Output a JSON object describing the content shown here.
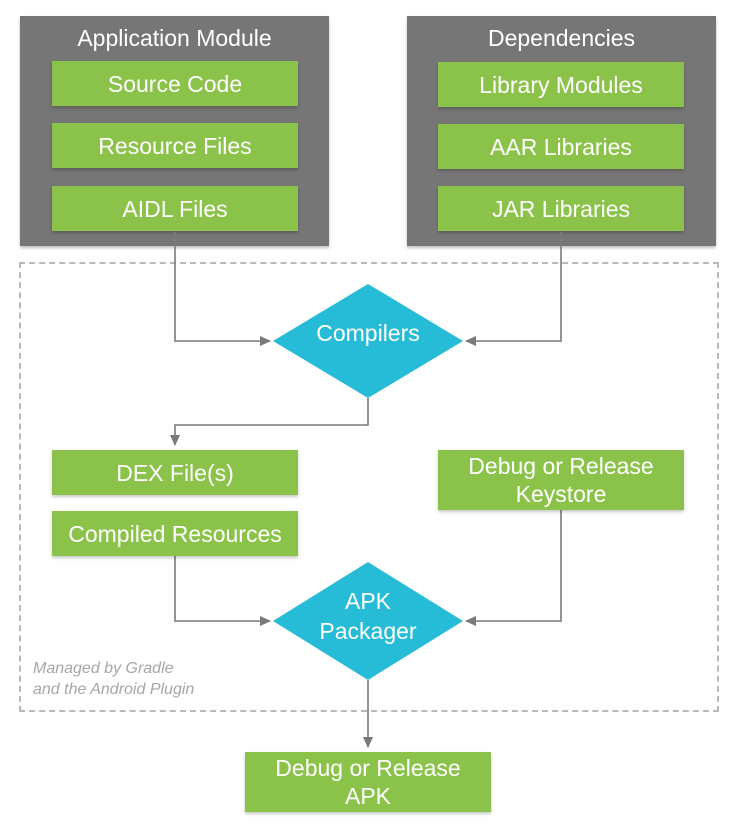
{
  "application_module": {
    "title": "Application Module",
    "items": [
      "Source Code",
      "Resource Files",
      "AIDL Files"
    ]
  },
  "dependencies": {
    "title": "Dependencies",
    "items": [
      "Library Modules",
      "AAR Libraries",
      "JAR Libraries"
    ]
  },
  "managed_area": {
    "label_line1": "Managed by Gradle",
    "label_line2": "and the Android Plugin"
  },
  "compilers": {
    "label": "Compilers"
  },
  "outputs": {
    "dex": "DEX File(s)",
    "compiled_resources": "Compiled Resources",
    "keystore_line1": "Debug or Release",
    "keystore_line2": "Keystore"
  },
  "apk_packager": {
    "line1": "APK",
    "line2": "Packager"
  },
  "final_apk": {
    "line1": "Debug or Release",
    "line2": "APK"
  },
  "colors": {
    "panel": "#767676",
    "green": "#8bc34a",
    "diamond": "#26bcd7",
    "arrow": "#7a7a7a",
    "dashed_border": "#b9b9b9"
  }
}
